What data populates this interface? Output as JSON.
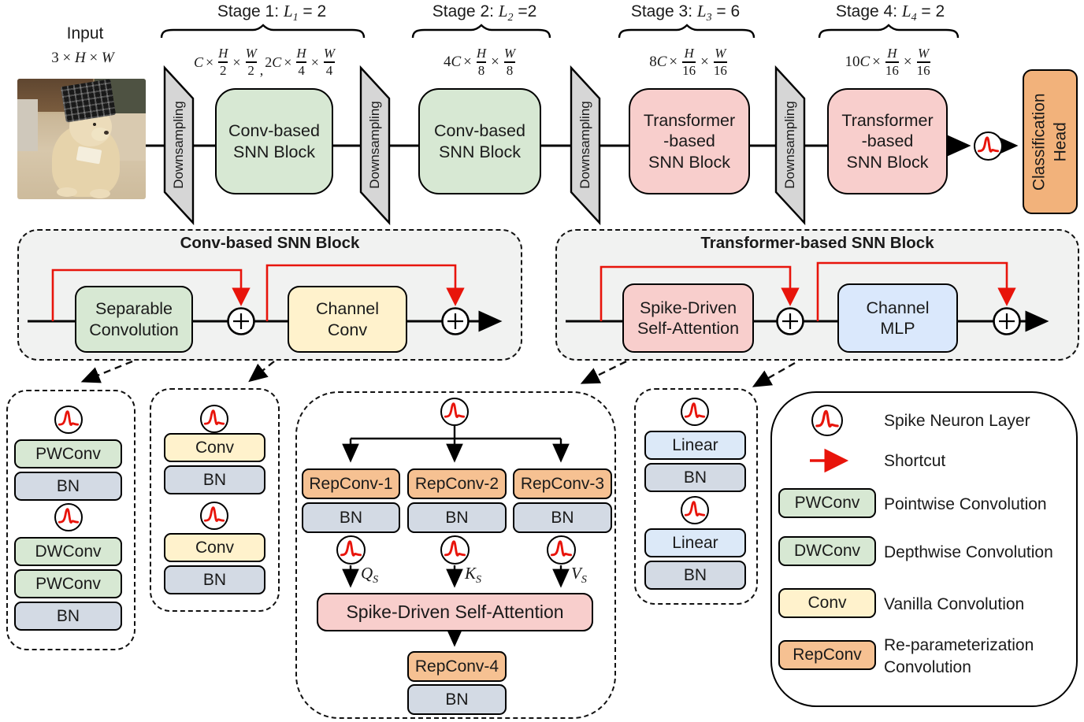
{
  "colors": {
    "green": "#d7e8d3",
    "yellow": "#fff2cc",
    "pink": "#f8cecc",
    "blue": "#dae8fc",
    "bn_gray": "#d3dae4",
    "repconv_orange": "#f6c192",
    "head_orange": "#f2b27b",
    "panel_gray": "#f1f2f1",
    "downsample_gray": "#d6d6d6",
    "shortcut_red": "#e8140b",
    "line_black": "#000000"
  },
  "input": {
    "label": "Input",
    "d0": "3 ×",
    "v1": "H",
    "d1": "×",
    "v2": "W"
  },
  "downsampling_label": "Downsampling",
  "stages": [
    {
      "t1": "Stage 1: ",
      "lvar": "L",
      "lsub": "1",
      "t2": " = 2",
      "g1c": "",
      "g1v": "C",
      "g1x": "×",
      "f1n": "H",
      "f1d": "2",
      "d1": "×",
      "f2n": "W",
      "f2d": "2",
      "comma": ",",
      "g2c": "2",
      "g2v": "C",
      "g2x": "×",
      "f3n": "H",
      "f3d": "4",
      "d2": "×",
      "f4n": "W",
      "f4d": "4"
    },
    {
      "t1": "Stage 2: ",
      "lvar": "L",
      "lsub": "2",
      "t2": " =2",
      "g1c": "4",
      "g1v": "C",
      "g1x": "×",
      "f1n": "H",
      "f1d": "8",
      "d1": "×",
      "f2n": "W",
      "f2d": "8"
    },
    {
      "t1": "Stage 3: ",
      "lvar": "L",
      "lsub": "3",
      "t2": " = 6",
      "g1c": "8",
      "g1v": "C",
      "g1x": "×",
      "f1n": "H",
      "f1d": "16",
      "d1": "×",
      "f2n": "W",
      "f2d": "16"
    },
    {
      "t1": "Stage 4: ",
      "lvar": "L",
      "lsub": "4",
      "t2": " = 2",
      "g1c": "10",
      "g1v": "C",
      "g1x": "×",
      "f1n": "H",
      "f1d": "16",
      "d1": "×",
      "f2n": "W",
      "f2d": "16"
    }
  ],
  "blocks": [
    {
      "lines": [
        "Conv-based",
        "SNN Block"
      ]
    },
    {
      "lines": [
        "Conv-based",
        "SNN Block"
      ]
    },
    {
      "lines": [
        "Transformer",
        "-based",
        "SNN Block"
      ]
    },
    {
      "lines": [
        "Transformer",
        "-based",
        "SNN Block"
      ]
    }
  ],
  "head": {
    "lines": [
      "Classification",
      "Head"
    ]
  },
  "conv_panel": {
    "title": "Conv-based SNN Block",
    "box1": [
      "Separable",
      "Convolution"
    ],
    "box2": [
      "Channel",
      "Conv"
    ]
  },
  "trans_panel": {
    "title": "Transformer-based SNN Block",
    "box1": [
      "Spike-Driven",
      "Self-Attention"
    ],
    "box2": [
      "Channel",
      "MLP"
    ]
  },
  "panel_pw": {
    "items": [
      "PWConv",
      "BN",
      "DWConv",
      "PWConv",
      "BN"
    ]
  },
  "panel_conv": {
    "items": [
      "Conv",
      "BN",
      "Conv",
      "BN"
    ]
  },
  "panel_rep": {
    "branches": [
      {
        "conv": "RepConv-1",
        "bn": "BN",
        "var": "Q",
        "sub": "S"
      },
      {
        "conv": "RepConv-2",
        "bn": "BN",
        "var": "K",
        "sub": "S"
      },
      {
        "conv": "RepConv-3",
        "bn": "BN",
        "var": "V",
        "sub": "S"
      }
    ],
    "sdsa": "Spike-Driven Self-Attention",
    "rep4": "RepConv-4",
    "bn4": "BN"
  },
  "panel_linear": {
    "items": [
      "Linear",
      "BN",
      "Linear",
      "BN"
    ]
  },
  "legend": {
    "rows": [
      {
        "label": "Spike Neuron Layer"
      },
      {
        "label": "Shortcut"
      },
      {
        "box": "PWConv",
        "label": "Pointwise Convolution"
      },
      {
        "box": "DWConv",
        "label": "Depthwise Convolution"
      },
      {
        "box": "Conv",
        "label": "Vanilla Convolution"
      },
      {
        "box": "RepConv",
        "label": "Re-parameterization Convolution"
      }
    ]
  }
}
